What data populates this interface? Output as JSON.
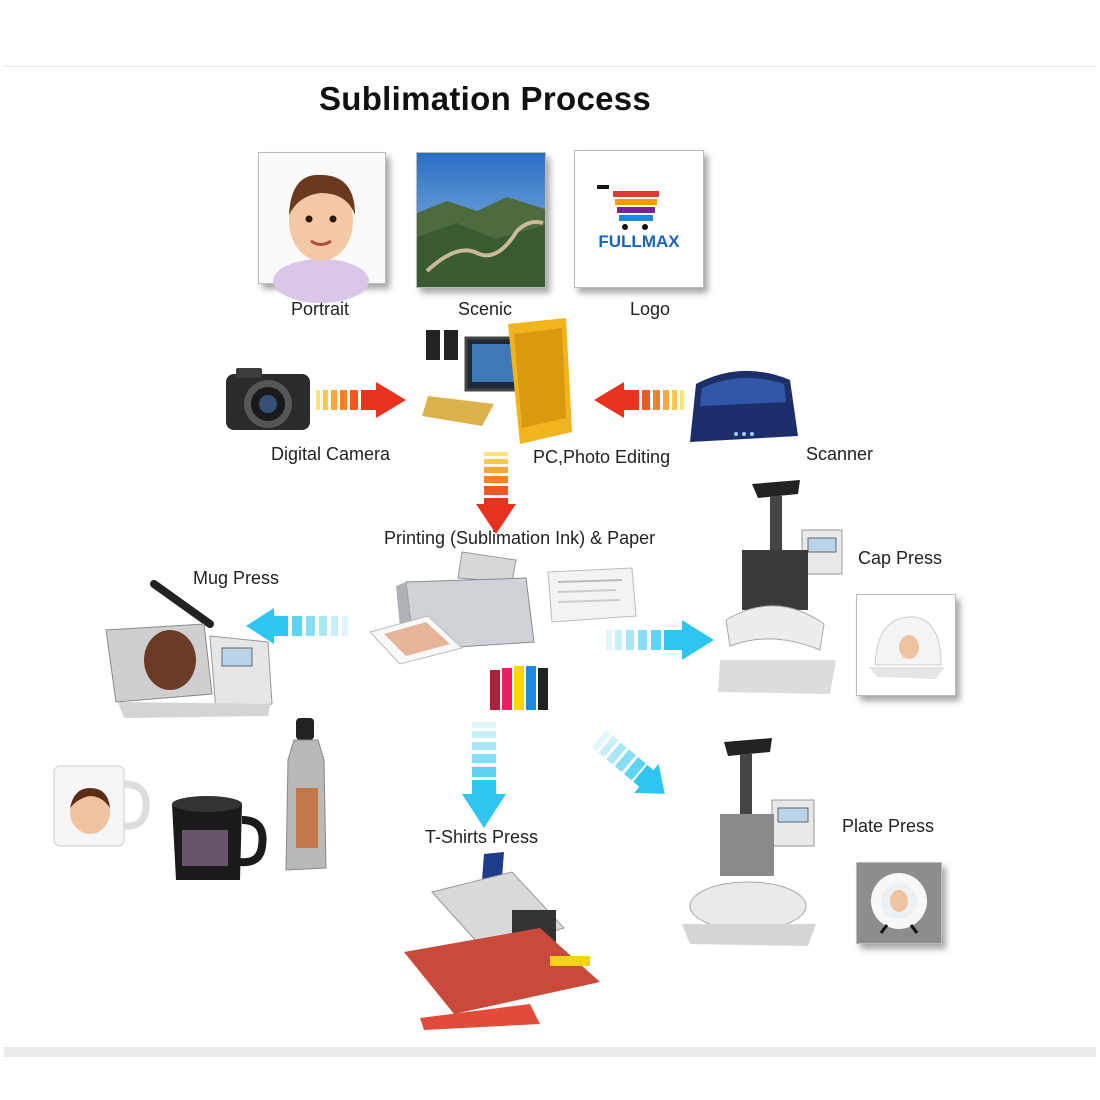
{
  "title": "Sublimation Process",
  "sources": {
    "portrait": "Portrait",
    "scenic": "Scenic",
    "logo": "Logo",
    "logo_text": "FULLMAX"
  },
  "inputs": {
    "camera": "Digital Camera",
    "pc": "PC,Photo Editing",
    "scanner": "Scanner"
  },
  "printing": "Printing (Sublimation Ink) & Paper",
  "presses": {
    "mug": "Mug Press",
    "cap": "Cap Press",
    "tshirt": "T-Shirts Press",
    "plate": "Plate Press"
  },
  "colors": {
    "warm_arrow": "#e8321e",
    "cool_arrow": "#2ec6f0",
    "title": "#111111"
  }
}
